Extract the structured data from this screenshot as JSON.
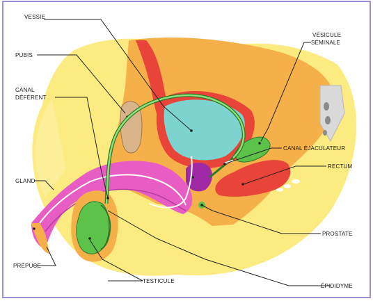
{
  "labels": {
    "vessie": "VESSIE",
    "pubis": "PUBIS",
    "canal_deferent_1": "CANAL",
    "canal_deferent_2": "DÉFÉRENT",
    "gland": "GLAND",
    "prepuce": "PRÉPUCE",
    "testicule": "TESTICULE",
    "vesicule_1": "VÉSICULE",
    "vesicule_2": "SÉMINALE",
    "canal_ejaculateur": "CANAL ÉJACULATEUR",
    "rectum": "RECTUM",
    "prostate": "PROSTATE",
    "epididyme": "ÉPIDIDYME"
  },
  "colors": {
    "yellow_halo": "#fbe76a",
    "orange_tissue": "#f6b04a",
    "pink_penis": "#e85dc4",
    "green_organs": "#5cc24a",
    "bladder_cyan": "#7dd3cf",
    "red_wall": "#e8443a",
    "spine_grey": "#d9d9d9",
    "pubis_tan": "#d9b48a",
    "purple_prostate": "#a02aa6",
    "border": "#9a8fd6"
  }
}
